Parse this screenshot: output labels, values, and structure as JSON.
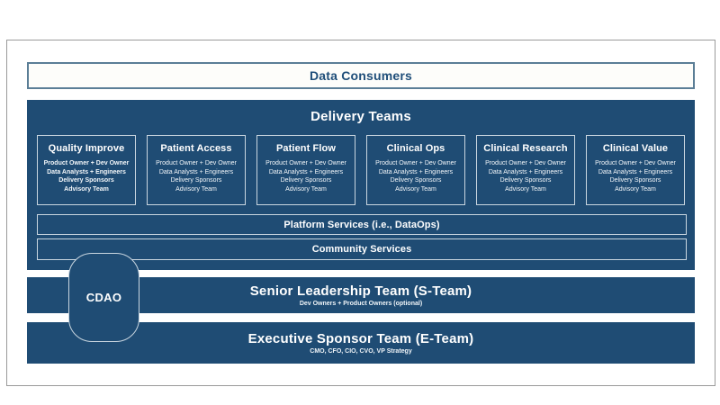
{
  "colors": {
    "dark_blue": "#1f4c74",
    "slate_border": "#5b7e96",
    "outer_border": "#9a9a9a",
    "light_border": "#c9d6e0",
    "title_text_blue": "#1f4e79"
  },
  "data_consumers": {
    "label": "Data Consumers"
  },
  "delivery": {
    "title": "Delivery Teams",
    "teams": [
      {
        "name": "Quality Improve",
        "members": [
          "Product Owner + Dev Owner",
          "Data Analysts + Engineers",
          "Delivery Sponsors",
          "Advisory Team"
        ]
      },
      {
        "name": "Patient Access",
        "members": [
          "Product Owner + Dev Owner",
          "Data Analysts + Engineers",
          "Delivery Sponsors",
          "Advisory Team"
        ]
      },
      {
        "name": "Patient Flow",
        "members": [
          "Product Owner + Dev Owner",
          "Data Analysts + Engineers",
          "Delivery Sponsors",
          "Advisory Team"
        ]
      },
      {
        "name": "Clinical Ops",
        "members": [
          "Product Owner + Dev Owner",
          "Data Analysts + Engineers",
          "Delivery Sponsors",
          "Advisory Team"
        ]
      },
      {
        "name": "Clinical Research",
        "members": [
          "Product Owner + Dev Owner",
          "Data Analysts + Engineers",
          "Delivery Sponsors",
          "Advisory Team"
        ]
      },
      {
        "name": "Clinical Value",
        "members": [
          "Product Owner + Dev Owner",
          "Data Analysts + Engineers",
          "Delivery Sponsors",
          "Advisory Team"
        ]
      }
    ],
    "services": [
      {
        "label": "Platform Services (i.e., DataOps)"
      },
      {
        "label": "Community Services"
      }
    ]
  },
  "leadership": {
    "s_team": {
      "title": "Senior Leadership Team (S-Team)",
      "subtitle": "Dev Owners + Product Owners (optional)"
    },
    "e_team": {
      "title": "Executive Sponsor Team (E-Team)",
      "subtitle": "CMO, CFO, CIO, CVO, VP Strategy"
    }
  },
  "cdao": {
    "label": "CDAO"
  }
}
